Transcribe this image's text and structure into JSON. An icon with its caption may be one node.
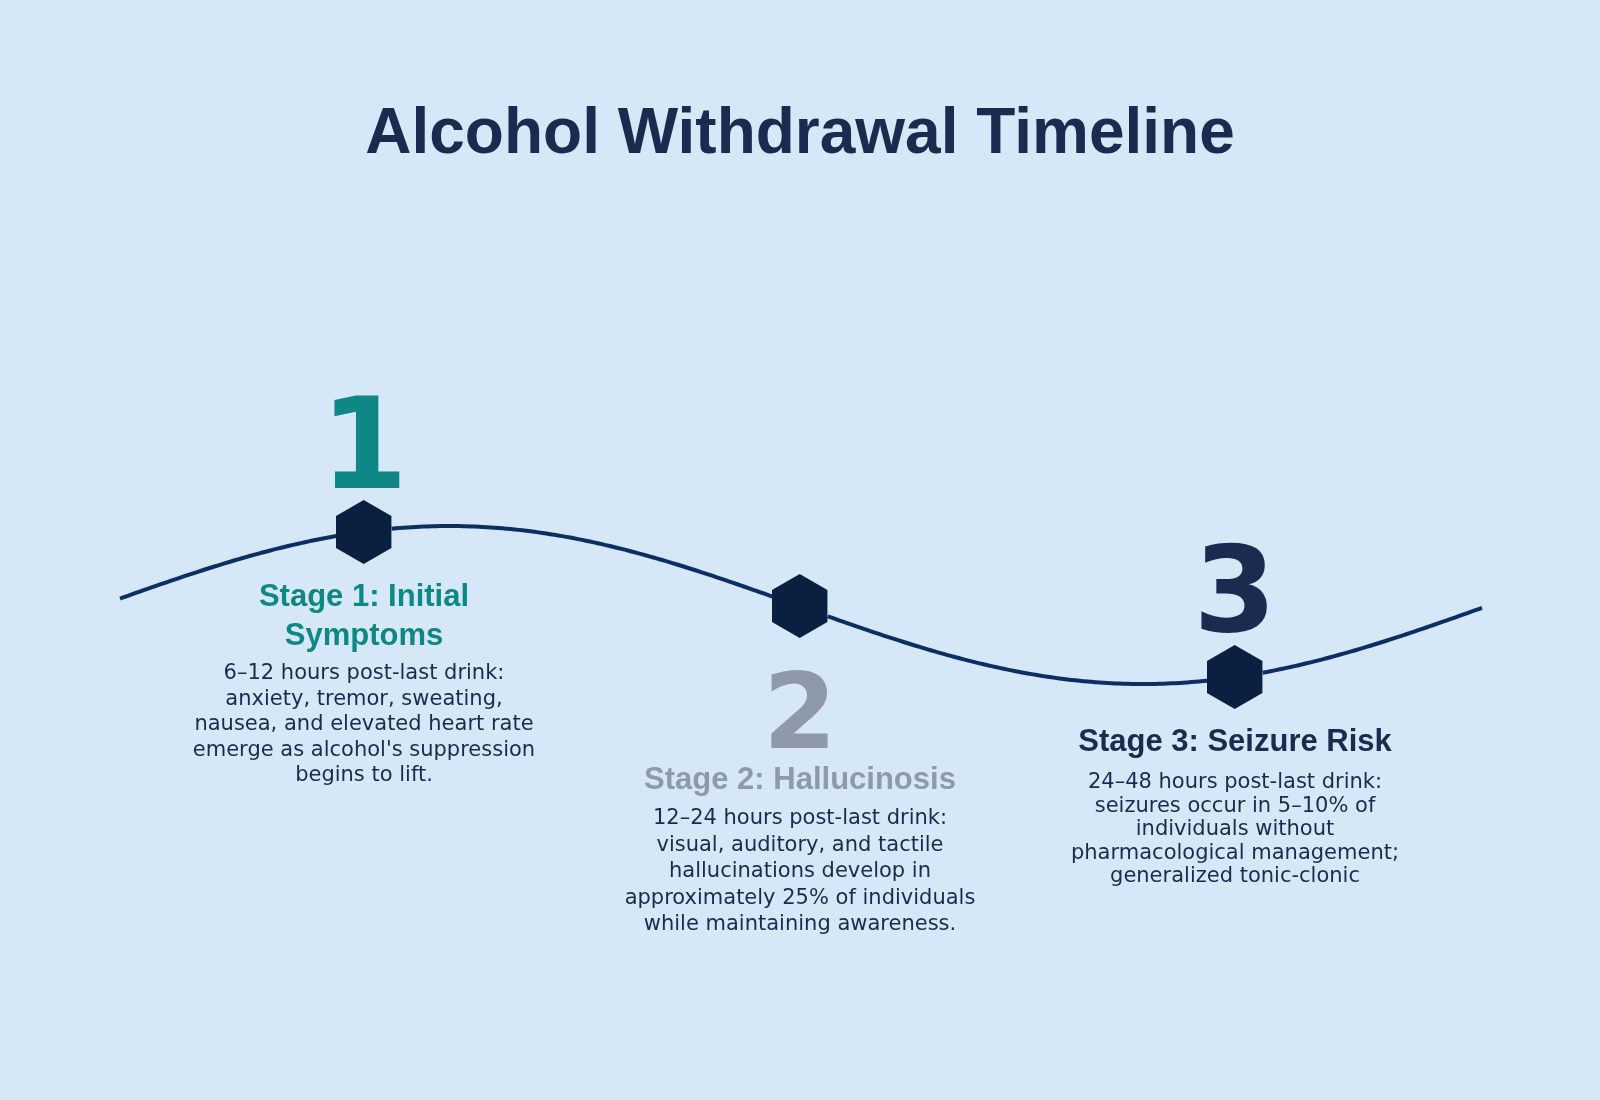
{
  "diagram": {
    "title": "Alcohol Withdrawal Timeline",
    "nodes": [
      {
        "text": [],
        "shape": "hexagon",
        "beside": [
          "1",
          "Stage 1: Initial Symptoms",
          "6–12 hours post-last drink: anxiety, tremor, sweating, nausea, and elevated heart rate emerge as alcohol's suppression begins to lift."
        ]
      },
      {
        "text": [],
        "shape": "hexagon",
        "beside": [
          "2",
          "Stage 2: Hallucinosis",
          "12–24 hours post-last drink: visual, auditory, and tactile hallucinations develop in approximately 25% of individuals while maintaining awareness."
        ]
      },
      {
        "text": [],
        "shape": "hexagon",
        "beside": [
          "3",
          "Stage 3: Seizure Risk",
          "24–48 hours post-last drink: seizures occur in 5–10% of individuals without pharmacological management; generalized tonic-clonic"
        ]
      }
    ],
    "edges": [
      {
        "from": null,
        "to": 0,
        "arrow": "none"
      },
      {
        "from": 0,
        "to": 1,
        "arrow": "none"
      },
      {
        "from": 1,
        "to": 2,
        "arrow": "none"
      },
      {
        "from": 2,
        "to": null,
        "arrow": "none"
      }
    ]
  }
}
